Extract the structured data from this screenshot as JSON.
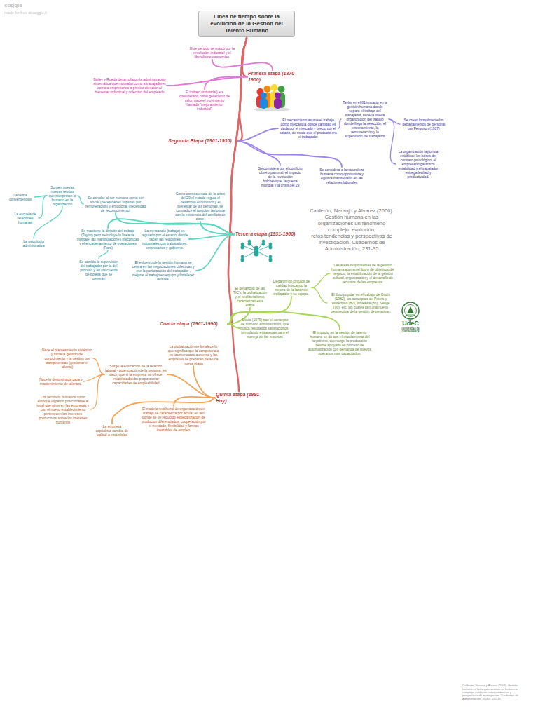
{
  "diagram": {
    "nodes": [
      {
        "text": [
          "Línea de tiempo sobre la evolución de la Gestión del Talento Humano"
        ]
      },
      {
        "text": [
          "Primera etapa (1870-1900)"
        ]
      },
      {
        "text": [
          "Este periodo se marcó por la revolución industrial y el liberalismo económico."
        ]
      },
      {
        "text": [
          "Bailey y Rueda desarrollaron la administración sistemática que motivaba como a trabajadores como a empresarios a prestar atención al bienestar individual y colectivo del empleado"
        ]
      },
      {
        "text": [
          "El trabajo (industrial) era considerado como generador de valor, nace el movimiento llamado \"mejoramiento industrial\""
        ]
      },
      {
        "text": [
          "Segunda Etapa (1901-1930)"
        ]
      },
      {
        "text": [
          "El mecanicismo asume el trabajo como mercancía donde cantidad es dada por el mercado y precio por el salario, de modo que el producto era el trabajador."
        ]
      },
      {
        "text": [
          "Taylor en el 81 impacto en la gestión humana donde separa el trabajo del trabajador, hace la nueva organización del trabajo donde llega la selección, el entrenamiento, la remuneración y la supervisión del trabajador"
        ]
      },
      {
        "text": [
          "Se crean formalmente los departamentos de personal por Ferguson (1917)"
        ]
      },
      {
        "text": [
          "La organización taylorista establece los bases del contrato psicológico, el empresario garantiza estabilidad y el trabajador entrega lealtad y productividad."
        ]
      },
      {
        "text": [
          "Se considera por el conflicto obrero-patronal, el impacto de la revolución bolchevique, la guerra mundial y la crisis del 29"
        ]
      },
      {
        "text": [
          "Se considera a la naturaleza humana como oportunista y egoísta manifestado en las relaciones laborales"
        ]
      },
      {
        "text": [
          "Tercera etapa (1931-1960)"
        ]
      },
      {
        "text": [
          "Como consecuencia de la crisis del 29,el estado regula el desarrollo económico y el bienestar de las personas, se contradice el posición taylorista con la existencia del conflicto de clase."
        ]
      },
      {
        "text": [
          "Se concibe al ser humano como ser social (necesidades suplidas por remuneración) y emocional (necesidad de reconocimiento)"
        ]
      },
      {
        "text": [
          "Surgen nuevas nuevas teorías que interpretan lo humano en la organización"
        ]
      },
      {
        "text": [
          "La teoría convergencias"
        ]
      },
      {
        "text": [
          "La escuela de relaciones humanas"
        ]
      },
      {
        "text": [
          "La psicología administrativa"
        ]
      },
      {
        "text": [
          "Se mantiene la división del trabajo (Taylor) pero se incluye la línea de montaje, las manipulaciones mecánicas y el encadenamiento de operaciones (Ford)"
        ]
      },
      {
        "text": [
          "Se cambia la supervisión del trabajador por la del proceso y en los cuellos de botella que se generan"
        ]
      },
      {
        "text": [
          "La mercancía (trabajo) es regulado por el estado, donde nacen las relaciones industriales con trabajadores, empresarios y gobierno."
        ]
      },
      {
        "text": [
          "El esfuerzo de la gestión humana se centra en las negociaciones colectivas y ese la participación del trabajador , mejorar el trabajo en equipo y fortalecer la tarea."
        ]
      },
      {
        "text": [
          "Cuarta etapa (1961-1990)"
        ]
      },
      {
        "text": [
          "El desarrollo de las TIC's, la globalización y el neoliberalismo, caracterizan esta etapa"
        ]
      },
      {
        "text": [
          "Llegaron los circulos de calidad buscando la mejora de la labor del trabajador y su equipo."
        ]
      },
      {
        "text": [
          "Las áreas responsables de la gestión humana apoyan el logro de objetivos del negocio, la estabilización de la gestión cultural, organización y el desarrollo de recursos de las empresas."
        ]
      },
      {
        "text": [
          "El libro popular en el trabajo de Ouchi (1982), los conceptos de Peters y Waterman (82), Ishikawa (86), Senge (90), etc, los cuales dan una nueva perspectiva de la gestión de personas."
        ]
      },
      {
        "text": [
          "Sikula (1979) trae el concepto de humano administrativo, que busca resultados satisfactorios, formulando estrategias para el manejo de los recursos"
        ]
      },
      {
        "text": [
          "El impacto en la gestión de talento humano se da con el escalamiento del toyotismo, que surge la producción flexible apoyada en proceso de automatización con demanda de nuevos operarios más capacitados."
        ]
      },
      {
        "text": [
          "Quinta etapa (1991-Hoy)"
        ]
      },
      {
        "text": [
          "La globalización se fortalece lo que significa que la competencia en los mercados aumenta y las empresas se preparan para una nueva etapa"
        ]
      },
      {
        "text": [
          "Surge la edificación de la relación laboral - potenciación de la persona, es decir, que si la empresa no ofrece estabilidad debe proporcionar capacidades de empleabilidad"
        ]
      },
      {
        "text": [
          "Nace el planteamiento sistémico y toma la gestión del conocimiento y la gestión por competencias (gestionar el talento)"
        ]
      },
      {
        "text": [
          "Nace la denominada caza y mantenimiento de talentos."
        ]
      },
      {
        "text": [
          "Los recursos humanos como enfoque lograron posicionarse al igual que otros en las empresas y con el nuevo establecimiento pertenecen los intereses productivos sobre los intereses humanos"
        ]
      },
      {
        "text": [
          "La empresa capitalista cambia de lealtad a estabilidad"
        ]
      },
      {
        "text": [
          "El modelo neoliberal de organización del trabajo se caracteriza por actuar en red donde se ve reducido especialización de productos diferenciados, cooperación por el mercado, flexibilidad y formas inestables de empleo."
        ]
      }
    ],
    "edges": [
      {
        "from": 0,
        "to": 1,
        "arrow": "none"
      },
      {
        "from": 0,
        "to": 5,
        "arrow": "none"
      },
      {
        "from": 0,
        "to": 12,
        "arrow": "none"
      },
      {
        "from": 0,
        "to": 23,
        "arrow": "none"
      },
      {
        "from": 0,
        "to": 30,
        "arrow": "none"
      },
      {
        "from": 1,
        "to": 2,
        "arrow": "none"
      },
      {
        "from": 1,
        "to": 3,
        "arrow": "none"
      },
      {
        "from": 1,
        "to": 4,
        "arrow": "none"
      },
      {
        "from": 5,
        "to": 6,
        "arrow": "none"
      },
      {
        "from": 6,
        "to": 7,
        "arrow": "none"
      },
      {
        "from": 7,
        "to": 8,
        "arrow": "none"
      },
      {
        "from": 7,
        "to": 9,
        "arrow": "none"
      },
      {
        "from": 5,
        "to": 10,
        "arrow": "none"
      },
      {
        "from": 5,
        "to": 11,
        "arrow": "none"
      },
      {
        "from": 12,
        "to": 13,
        "arrow": "none"
      },
      {
        "from": 12,
        "to": 14,
        "arrow": "none"
      },
      {
        "from": 14,
        "to": 15,
        "arrow": "none"
      },
      {
        "from": 15,
        "to": 16,
        "arrow": "none"
      },
      {
        "from": 15,
        "to": 17,
        "arrow": "none"
      },
      {
        "from": 15,
        "to": 18,
        "arrow": "none"
      },
      {
        "from": 12,
        "to": 19,
        "arrow": "none"
      },
      {
        "from": 19,
        "to": 20,
        "arrow": "none"
      },
      {
        "from": 12,
        "to": 21,
        "arrow": "none"
      },
      {
        "from": 12,
        "to": 22,
        "arrow": "none"
      },
      {
        "from": 23,
        "to": 24,
        "arrow": "none"
      },
      {
        "from": 23,
        "to": 25,
        "arrow": "none"
      },
      {
        "from": 25,
        "to": 26,
        "arrow": "none"
      },
      {
        "from": 25,
        "to": 27,
        "arrow": "none"
      },
      {
        "from": 23,
        "to": 28,
        "arrow": "none"
      },
      {
        "from": 23,
        "to": 29,
        "arrow": "none"
      },
      {
        "from": 30,
        "to": 31,
        "arrow": "none"
      },
      {
        "from": 30,
        "to": 32,
        "arrow": "none"
      },
      {
        "from": 32,
        "to": 33,
        "arrow": "none"
      },
      {
        "from": 32,
        "to": 34,
        "arrow": "none"
      },
      {
        "from": 32,
        "to": 35,
        "arrow": "none"
      },
      {
        "from": 30,
        "to": 36,
        "arrow": "none"
      },
      {
        "from": 30,
        "to": 37,
        "arrow": "none"
      }
    ],
    "labels": [
      "coggle",
      "made for free at coggle.it",
      "Calderón, Naranjo y Álvarez (2006). Gestión humana en las organizaciones un fenómeno complejo: evolución, retos,tendencias y perspectivas de investigación. Cuadernos de Administración, 231-35",
      "UdeC",
      "UNIVERSIDAD DE CUNDINAMARCA",
      "Calderón, Naranjo y Álvarez (2006). Gestión humana en las organizaciones un fenómeno complejo: evolución, retos,tendencias y perspectivas de investigación. Cuadernos de Administración, 31(43), 231-35"
    ]
  }
}
